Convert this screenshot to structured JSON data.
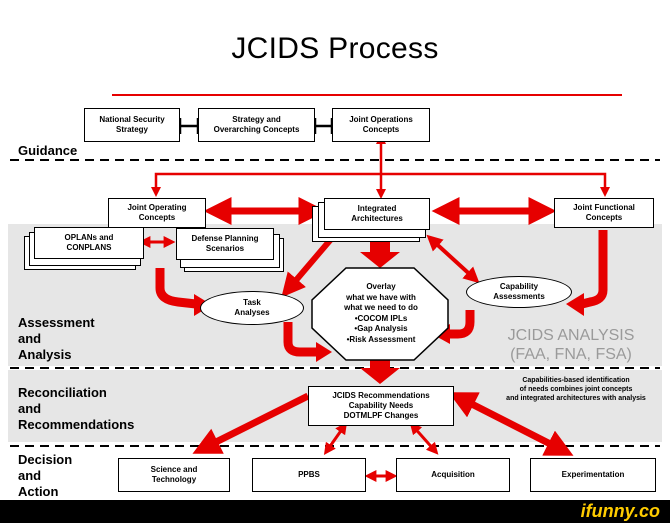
{
  "title": "JCIDS Process",
  "sections": {
    "guidance": "Guidance",
    "assessment": [
      "Assessment",
      "and",
      "Analysis"
    ],
    "reconciliation": [
      "Reconciliation",
      "and",
      "Recommendations"
    ],
    "decision": [
      "Decision",
      "and",
      "Action"
    ]
  },
  "guidance_boxes": {
    "national": [
      "National Security",
      "Strategy"
    ],
    "strategy": [
      "Strategy and",
      "Overarching Concepts"
    ],
    "joint_ops": [
      "Joint Operations",
      "Concepts"
    ]
  },
  "concept_boxes": {
    "joint_operating": [
      "Joint Operating",
      "Concepts"
    ],
    "integrated": [
      "Integrated",
      "Architectures"
    ],
    "joint_functional": [
      "Joint Functional",
      "Concepts"
    ]
  },
  "analysis": {
    "oplans": [
      "OPLANs and",
      "CONPLANS"
    ],
    "defense_planning": [
      "Defense Planning",
      "Scenarios"
    ],
    "task_analyses": [
      "Task",
      "Analyses"
    ],
    "capability_assessments": [
      "Capability",
      "Assessments"
    ],
    "overlay": [
      "Overlay",
      "what we have with",
      "what we need to do",
      "•COCOM IPLs",
      "•Gap Analysis",
      "•Risk Assessment"
    ],
    "jcids_analysis": [
      "JCIDS ANALYSIS",
      "(FAA, FNA, FSA)"
    ]
  },
  "recommendations": {
    "box": [
      "JCIDS Recommendations",
      "Capability Needs",
      "DOTMLPF Changes"
    ],
    "note": [
      "Capabilities-based identification",
      "of needs combines joint concepts",
      "and integrated architectures with analysis"
    ]
  },
  "decision_boxes": {
    "science": [
      "Science and",
      "Technology"
    ],
    "ppbs": "PPBS",
    "acquisition": "Acquisition",
    "experimentation": "Experimentation"
  },
  "colors": {
    "arrow": "#e60000",
    "band": "#e6e6e6",
    "jcids_text": "#9a9a9a"
  },
  "watermark": "ifunny.co"
}
